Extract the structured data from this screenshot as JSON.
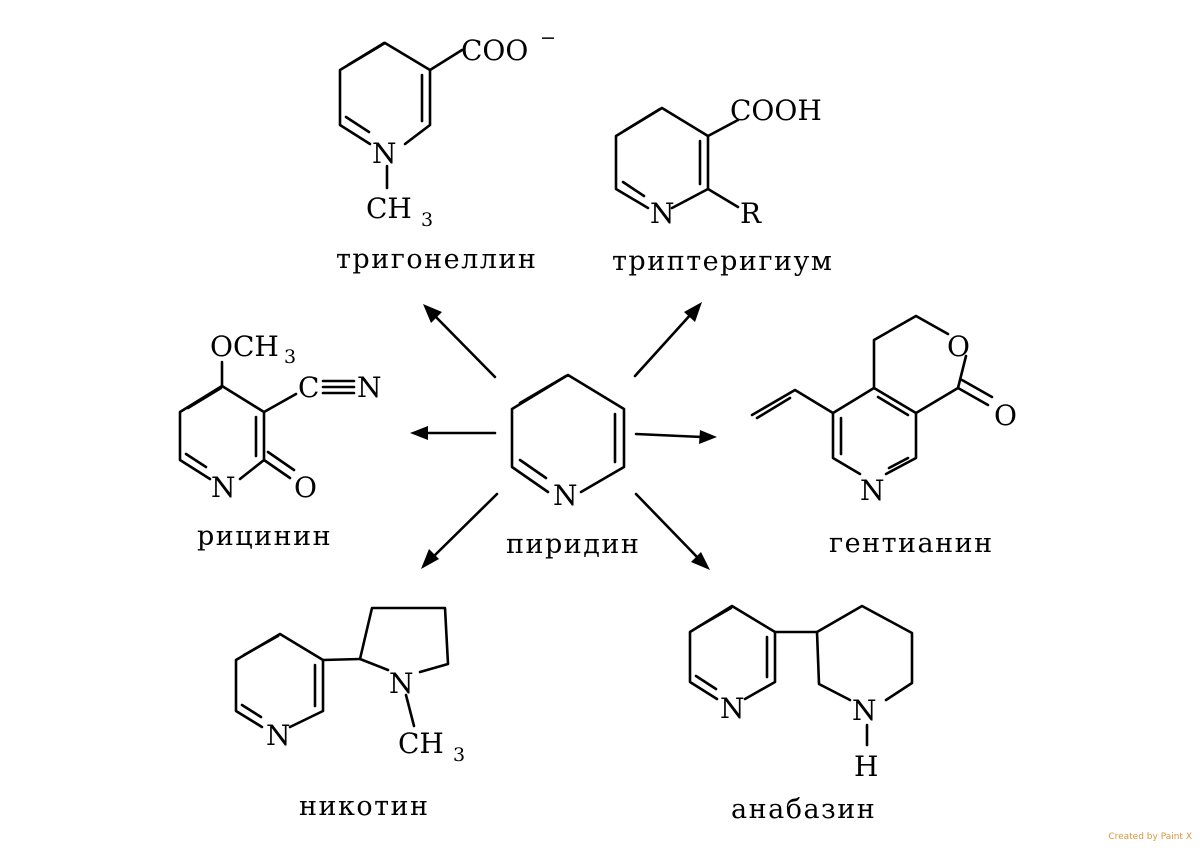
{
  "colors": {
    "ink": "#000000",
    "background": "#ffffff",
    "watermark": "#d9963a"
  },
  "center": {
    "name": "пиридин",
    "atoms": {
      "n": "N"
    }
  },
  "compounds": [
    {
      "name": "тригонеллин",
      "atoms": {
        "coo": "COO",
        "charge": "−",
        "n": "N",
        "ch": "CH",
        "sub3": "3"
      }
    },
    {
      "name": "триптеригиум",
      "atoms": {
        "cooh": "COOH",
        "n": "N",
        "r": "R"
      }
    },
    {
      "name": "рицинин",
      "atoms": {
        "och": "OCH",
        "sub3": "3",
        "c": "C",
        "n_nitrile": "N",
        "n": "N",
        "o": "O"
      }
    },
    {
      "name": "гентианин",
      "atoms": {
        "o_ring": "O",
        "o_carbonyl": "O",
        "n": "N"
      }
    },
    {
      "name": "никотин",
      "atoms": {
        "n_pyridine": "N",
        "n_pyrrolidine": "N",
        "ch": "CH",
        "sub3": "3"
      }
    },
    {
      "name": "анабазин",
      "atoms": {
        "n_pyridine": "N",
        "n_piperidine": "N",
        "h": "H"
      }
    }
  ],
  "watermark": "Created by Paint X"
}
